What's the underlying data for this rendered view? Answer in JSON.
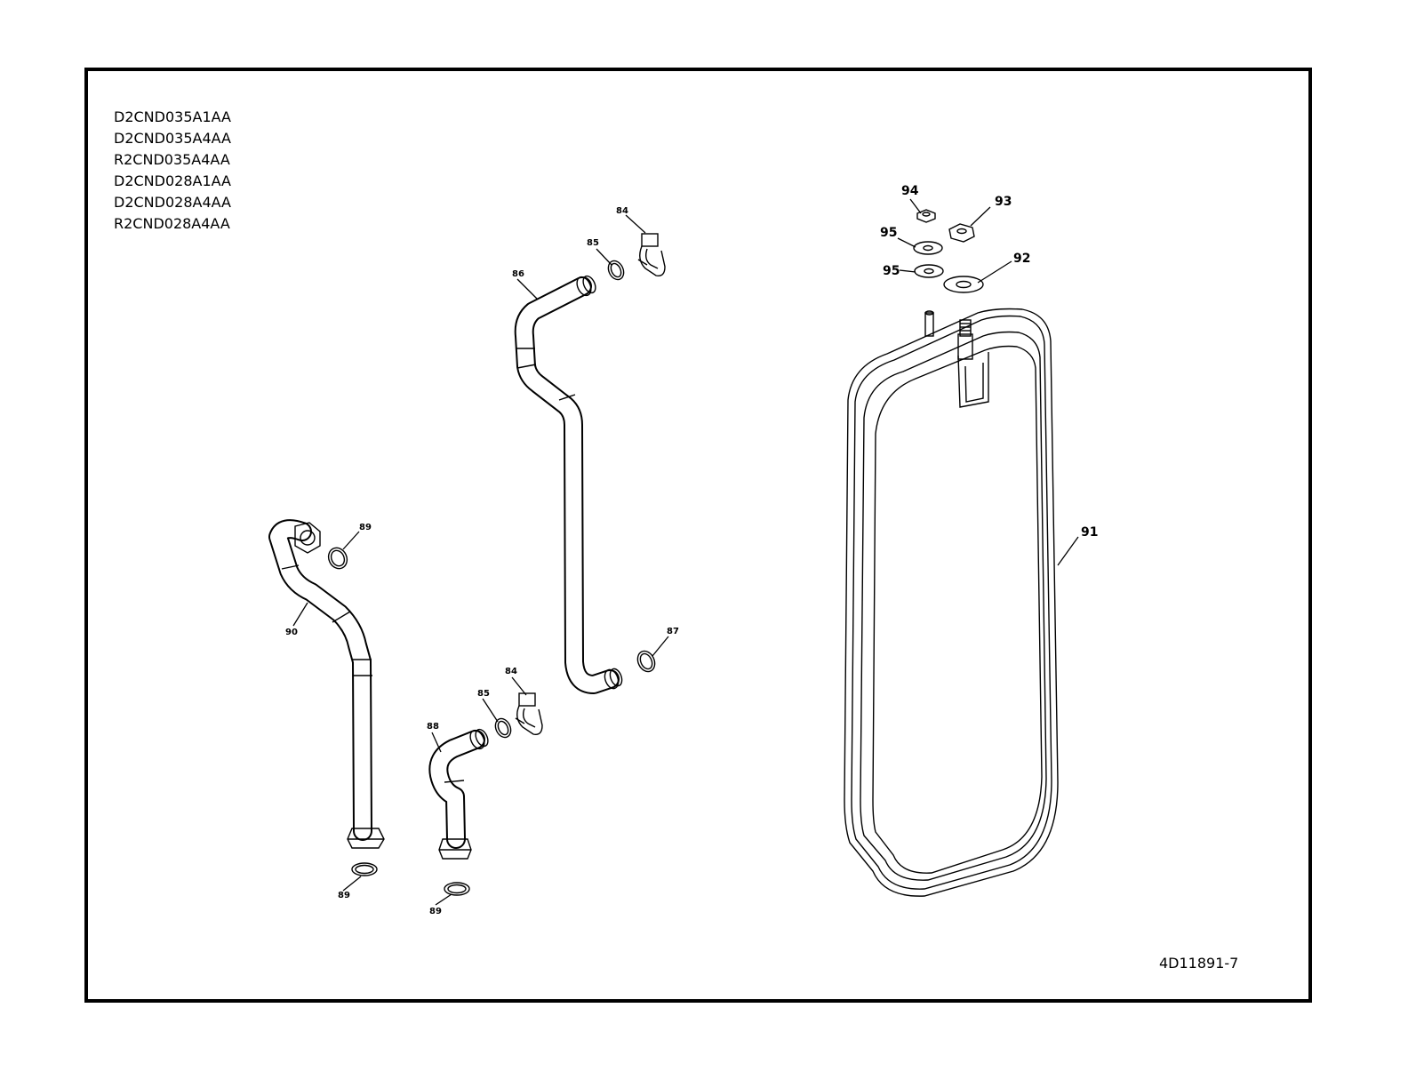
{
  "models": [
    "D2CND035A1AA",
    "D2CND035A4AA",
    "R2CND035A4AA",
    "D2CND028A1AA",
    "D2CND028A4AA",
    "R2CND028A4AA"
  ],
  "drawing_number": "4D11891-7",
  "callouts": {
    "p84a": "84",
    "p85a": "85",
    "p86": "86",
    "p87": "87",
    "p84b": "84",
    "p85b": "85",
    "p88": "88",
    "p89a": "89",
    "p89b": "89",
    "p89c": "89",
    "p90": "90",
    "p91": "91",
    "p92": "92",
    "p93": "93",
    "p94": "94",
    "p95a": "95",
    "p95b": "95"
  }
}
